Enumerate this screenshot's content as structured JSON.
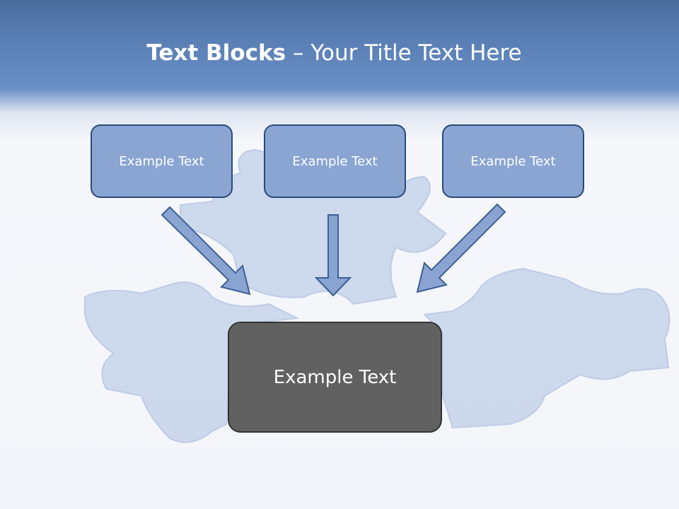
{
  "slide": {
    "title_bold": "Text Blocks",
    "title_rest": " – Your Title Text Here"
  },
  "blocks": [
    {
      "label": "Example Text"
    },
    {
      "label": "Example Text"
    },
    {
      "label": "Example Text"
    }
  ],
  "target_block": {
    "label": "Example Text"
  },
  "colors": {
    "header_blue": "#5a80b6",
    "block_fill": "#8aa5d2",
    "block_border": "#2a4a78",
    "target_fill": "#616161",
    "arrow_fill": "#89a4d1",
    "arrow_stroke": "#3d5f94",
    "puzzle_fill": "#c7d4ea"
  },
  "icons": [
    "puzzle-piece-icon",
    "arrow-down-right-icon",
    "arrow-down-icon",
    "arrow-down-left-icon"
  ]
}
